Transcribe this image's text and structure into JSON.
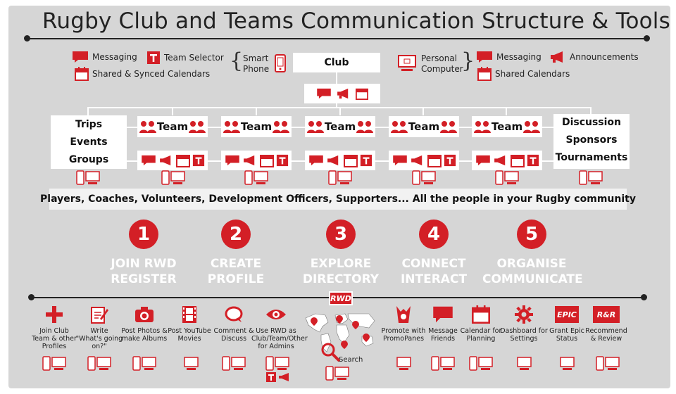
{
  "title": "Rugby Club and Teams Communication Structure & Tools",
  "colors": {
    "accent": "#d31f26",
    "panel": "#d6d6d6",
    "text": "#222222"
  },
  "legend_left": {
    "messaging": "Messaging",
    "team_selector": "Team Selector",
    "calendars": "Shared & Synced Calendars",
    "device": "Smart Phone",
    "device_line1": "Smart",
    "device_line2": "Phone"
  },
  "legend_right": {
    "device_line1": "Personal",
    "device_line2": "Computer",
    "messaging": "Messaging",
    "announcements": "Announcements",
    "calendars": "Shared Calendars"
  },
  "club": {
    "label": "Club"
  },
  "left_box": {
    "items": [
      "Trips",
      "Events",
      "Groups"
    ]
  },
  "right_box": {
    "items": [
      "Discussion",
      "Sponsors",
      "Tournaments"
    ]
  },
  "teams": [
    {
      "label": "Team"
    },
    {
      "label": "Team"
    },
    {
      "label": "Team"
    },
    {
      "label": "Team"
    },
    {
      "label": "Team"
    }
  ],
  "people": "Players, Coaches, Volunteers, Development Officers, Supporters... All the people in your Rugby community",
  "steps": [
    {
      "number": "1",
      "line1": "JOIN RWD",
      "line2": "REGISTER"
    },
    {
      "number": "2",
      "line1": "CREATE",
      "line2": "PROFILE"
    },
    {
      "number": "3",
      "line1": "EXPLORE",
      "line2": "DIRECTORY"
    },
    {
      "number": "4",
      "line1": "CONNECT",
      "line2": "INTERACT"
    },
    {
      "number": "5",
      "line1": "ORGANISE",
      "line2": "COMMUNICATE"
    }
  ],
  "rwd_badge": "RWD",
  "map_search": "Search",
  "tools_left": [
    {
      "icon": "plus-icon",
      "line1": "Join Club",
      "line2": "Team & other",
      "line3": "Profiles"
    },
    {
      "icon": "write-icon",
      "line1": "Write",
      "line2": "\"What's going",
      "line3": "on?\""
    },
    {
      "icon": "camera-icon",
      "line1": "Post Photos &",
      "line2": "make Albums",
      "line3": ""
    },
    {
      "icon": "film-icon",
      "line1": "Post YouTube",
      "line2": "Movies",
      "line3": ""
    },
    {
      "icon": "comment-icon",
      "line1": "Comment &",
      "line2": "Discuss",
      "line3": ""
    },
    {
      "icon": "eye-icon",
      "line1": "Use RWD as",
      "line2": "Club/Team/Other",
      "line3": "for Admins"
    }
  ],
  "tools_right": [
    {
      "icon": "promo-icon",
      "line1": "Promote with",
      "line2": "PromoPanes"
    },
    {
      "icon": "message-icon",
      "line1": "Message",
      "line2": "Friends"
    },
    {
      "icon": "calendar-icon",
      "line1": "Calendar for",
      "line2": "Planning"
    },
    {
      "icon": "gear-icon",
      "line1": "Dashboard for",
      "line2": "Settings"
    },
    {
      "icon": "epic-icon",
      "line1": "Grant Epic",
      "line2": "Status",
      "badge": "EPIC"
    },
    {
      "icon": "rr-icon",
      "line1": "Recommend",
      "line2": "& Review",
      "badge": "R&R"
    }
  ]
}
